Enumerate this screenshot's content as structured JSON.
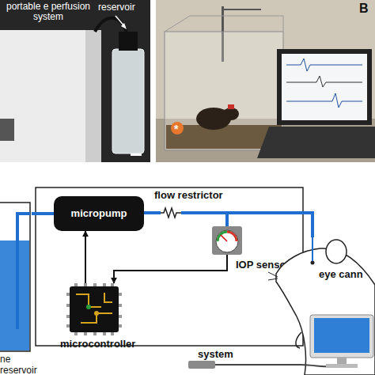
{
  "diagram": {
    "nodes": [
      {
        "text": [
          "ne reservoir"
        ]
      },
      {
        "text": [
          "micropump"
        ]
      },
      {
        "text": [
          "flow restrictor"
        ]
      },
      {
        "text": [
          "IOP sensor"
        ]
      },
      {
        "text": [
          "eye cann"
        ]
      },
      {
        "text": [
          "microcontroller"
        ]
      }
    ],
    "edges": [
      {
        "from": 0,
        "to": 1,
        "arrow": "none"
      },
      {
        "from": 1,
        "to": 2,
        "arrow": "none"
      },
      {
        "from": 2,
        "to": 3,
        "arrow": "none"
      },
      {
        "from": 2,
        "to": 4,
        "arrow": "none"
      },
      {
        "from": 3,
        "to": 5,
        "arrow": "to"
      },
      {
        "from": 5,
        "to": 1,
        "arrow": "to"
      }
    ],
    "labels": [
      "portable e perfusion system",
      "reservoir",
      "B",
      "*",
      "system"
    ]
  }
}
